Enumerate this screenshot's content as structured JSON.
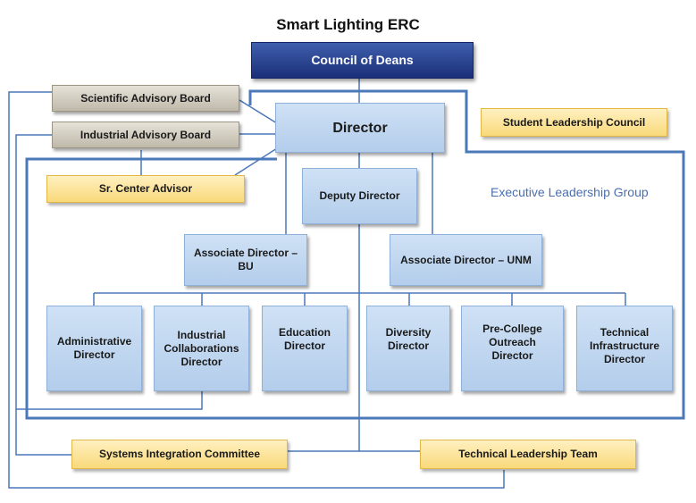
{
  "title": "Smart Lighting ERC",
  "council": "Council of Deans",
  "advisory": {
    "scientific": "Scientific Advisory Board",
    "industrial": "Industrial Advisory Board"
  },
  "director": "Director",
  "student_council": "Student Leadership Council",
  "sr_advisor": "Sr. Center Advisor",
  "deputy_director": "Deputy Director",
  "group_label": "Executive Leadership Group",
  "associate": {
    "bu": "Associate Director – BU",
    "unm": "Associate Director – UNM"
  },
  "directors": {
    "administrative": "Administrative\nDirector",
    "industrial_collab": "Industrial\nCollaborations\nDirector",
    "education": "Education\nDirector",
    "diversity": "Diversity\nDirector",
    "pre_college": "Pre-College\nOutreach\nDirector",
    "technical_infra": "Technical\nInfrastructure\nDirector"
  },
  "committees": {
    "systems_integration": "Systems Integration Committee",
    "technical_leadership": "Technical Leadership Team"
  },
  "colors": {
    "line": "#4a78b8",
    "box_blue": "#c4d8f0",
    "box_yellow": "#fbe29a",
    "box_gray": "#cfcabe",
    "box_dark": "#233a8a"
  }
}
